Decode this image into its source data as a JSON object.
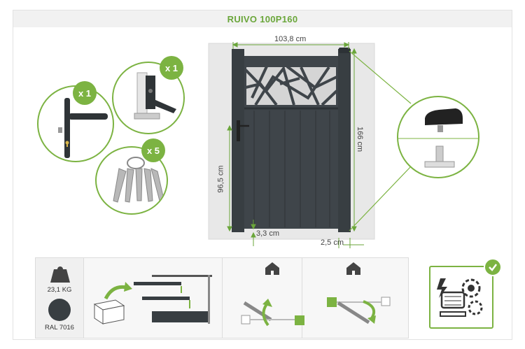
{
  "title": "RUIVO 100P160",
  "dimensions": {
    "width": "103,8 cm",
    "height": "166 cm",
    "handle_height": "96,5 cm",
    "ground_clearance": "3,3 cm",
    "post_gap": "2,5 cm"
  },
  "accessories": {
    "handle_qty": "x 1",
    "hinge_qty": "x 1",
    "keys_qty": "x 5"
  },
  "specs": {
    "weight": "23,1 KG",
    "color": "RAL 7016",
    "color_hex": "#383e42"
  },
  "colors": {
    "accent": "#7cb342",
    "gate": "#383e42",
    "wall": "#e6e6e6"
  },
  "icons": [
    "weight-icon",
    "color-swatch-icon",
    "house-icon",
    "gear-motor-icon",
    "check-icon"
  ]
}
